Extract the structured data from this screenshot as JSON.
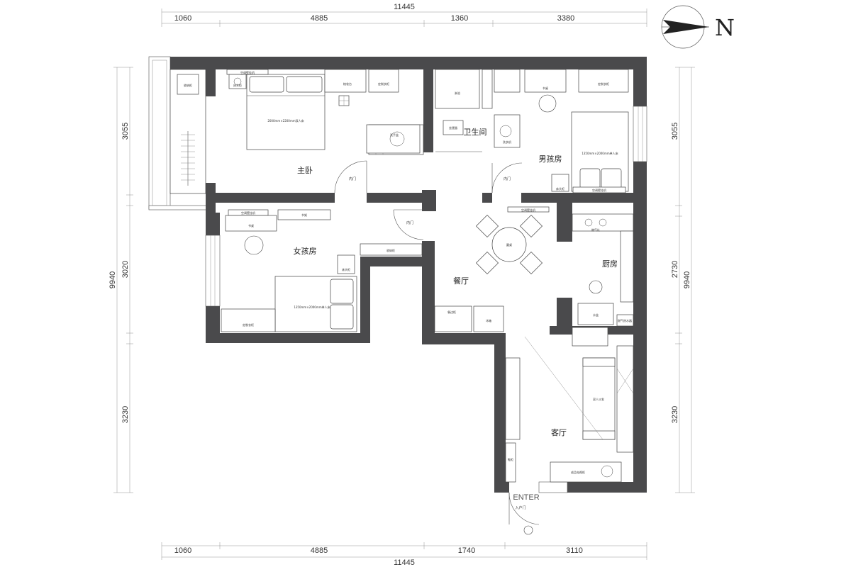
{
  "compass": {
    "letter": "N"
  },
  "dims": {
    "top_total": "11445",
    "top": [
      "1060",
      "4885",
      "1360",
      "3380"
    ],
    "bottom_total": "11445",
    "bottom": [
      "1060",
      "4885",
      "1740",
      "3110"
    ],
    "left_total": "9940",
    "left": [
      "3055",
      "3020",
      "3230"
    ],
    "right_total": "9940",
    "right": [
      "3055",
      "2730",
      "3230"
    ]
  },
  "rooms": {
    "master": "主卧",
    "bath": "卫生间",
    "boy": "男孩房",
    "girl": "女孩房",
    "dining": "餐厅",
    "kitchen": "厨房",
    "living": "客厅"
  },
  "labels": {
    "enter": "ENTER",
    "entry_door": "入户门",
    "inner_door": "内门",
    "master_bed": "2000mm×2200mm双人床",
    "boy_bed": "1350mm×2000mm单人床",
    "girl_bed": "1350mm×2000mm单人床",
    "sofa": "双人沙发",
    "dining_table": "圆桌",
    "ac": "空调壁挂机",
    "wardrobe": "定制衣柜",
    "desk": "书桌",
    "tv_cabinet": "成品电视柜",
    "fridge": "冰箱",
    "sink": "水盆",
    "heater": "燃气热水器",
    "sideboard": "餐边柜",
    "shoe_cabinet": "鞋柜",
    "bedside": "床头柜",
    "stove": "燃气灶",
    "washer": "洗衣机",
    "toilet": "坐便器",
    "basin": "洗手盆",
    "shower": "淋浴",
    "dresser": "梳妆台",
    "storage": "收纳柜",
    "bookshelf": "书架"
  }
}
